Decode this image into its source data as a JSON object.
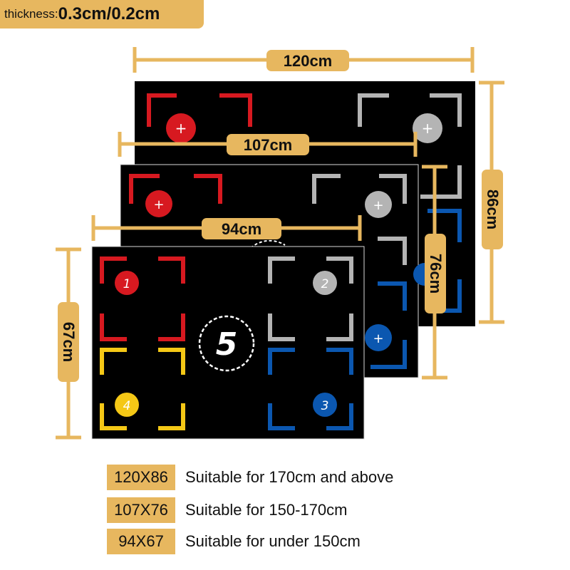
{
  "thickness": {
    "label": "thickness:",
    "value": "0.3cm/0.2cm"
  },
  "dimensions": {
    "large_width": "120cm",
    "large_height": "86cm",
    "medium_width": "107cm",
    "medium_height": "76cm",
    "small_width": "94cm",
    "small_height": "67cm"
  },
  "mat": {
    "center_number": "5",
    "plus_symbol": "+",
    "zones": [
      {
        "number": "1",
        "color": "#d71920"
      },
      {
        "number": "2",
        "color": "#b4b4b4"
      },
      {
        "number": "3",
        "color": "#0b57b0"
      },
      {
        "number": "4",
        "color": "#f5c816"
      }
    ]
  },
  "size_table": [
    {
      "size": "120X86",
      "description": "Suitable for 170cm and above"
    },
    {
      "size": "107X76",
      "description": "Suitable for 150-170cm"
    },
    {
      "size": "94X67",
      "description": "Suitable for under 150cm"
    }
  ],
  "colors": {
    "accent": "#e7b75f",
    "mat": "#000000"
  }
}
